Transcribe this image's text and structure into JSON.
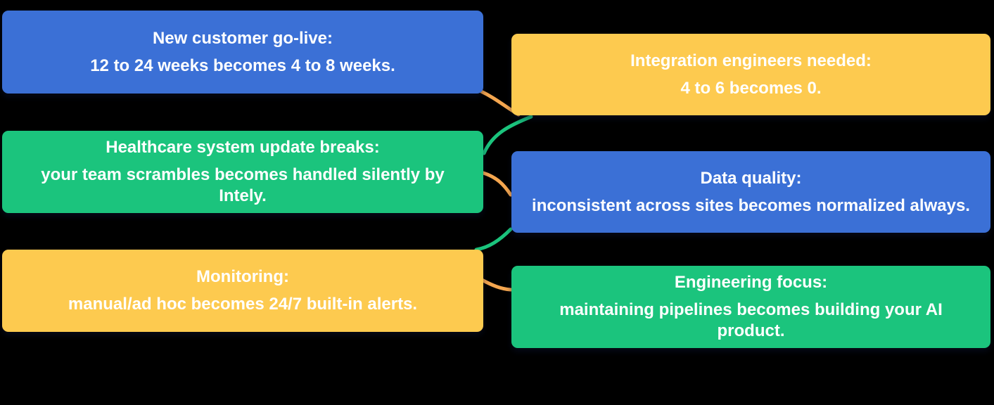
{
  "page": {
    "background": "#000000",
    "text_color": "#ffffff"
  },
  "palette": {
    "blue": "#3B70D6",
    "yellow": "#FDCA4F",
    "green": "#1BC47D",
    "orange": "#F4A64F"
  },
  "cards": [
    {
      "id": "new-customer-go-live",
      "color": "blue",
      "title": "New customer go-live:",
      "detail": "12 to 24 weeks becomes 4 to 8 weeks."
    },
    {
      "id": "integration-engineers",
      "color": "yellow",
      "title": "Integration engineers needed:",
      "detail": "4 to 6 becomes 0."
    },
    {
      "id": "healthcare-system-update",
      "color": "green",
      "title": "Healthcare system update breaks:",
      "detail": "your team scrambles becomes handled silently by Intely."
    },
    {
      "id": "data-quality",
      "color": "blue",
      "title": "Data quality:",
      "detail": "inconsistent across sites becomes normalized always."
    },
    {
      "id": "monitoring",
      "color": "yellow",
      "title": "Monitoring:",
      "detail": "manual/ad hoc becomes 24/7 built-in alerts."
    },
    {
      "id": "engineering-focus",
      "color": "green",
      "title": "Engineering focus:",
      "detail": "maintaining pipelines becomes building your AI product."
    }
  ],
  "connectors": [
    {
      "from": "new-customer-go-live",
      "to": "integration-engineers",
      "color": "orange"
    },
    {
      "from": "integration-engineers",
      "to": "healthcare-system-update",
      "color": "green"
    },
    {
      "from": "healthcare-system-update",
      "to": "data-quality",
      "color": "orange"
    },
    {
      "from": "data-quality",
      "to": "monitoring",
      "color": "green"
    },
    {
      "from": "monitoring",
      "to": "engineering-focus",
      "color": "orange"
    }
  ]
}
